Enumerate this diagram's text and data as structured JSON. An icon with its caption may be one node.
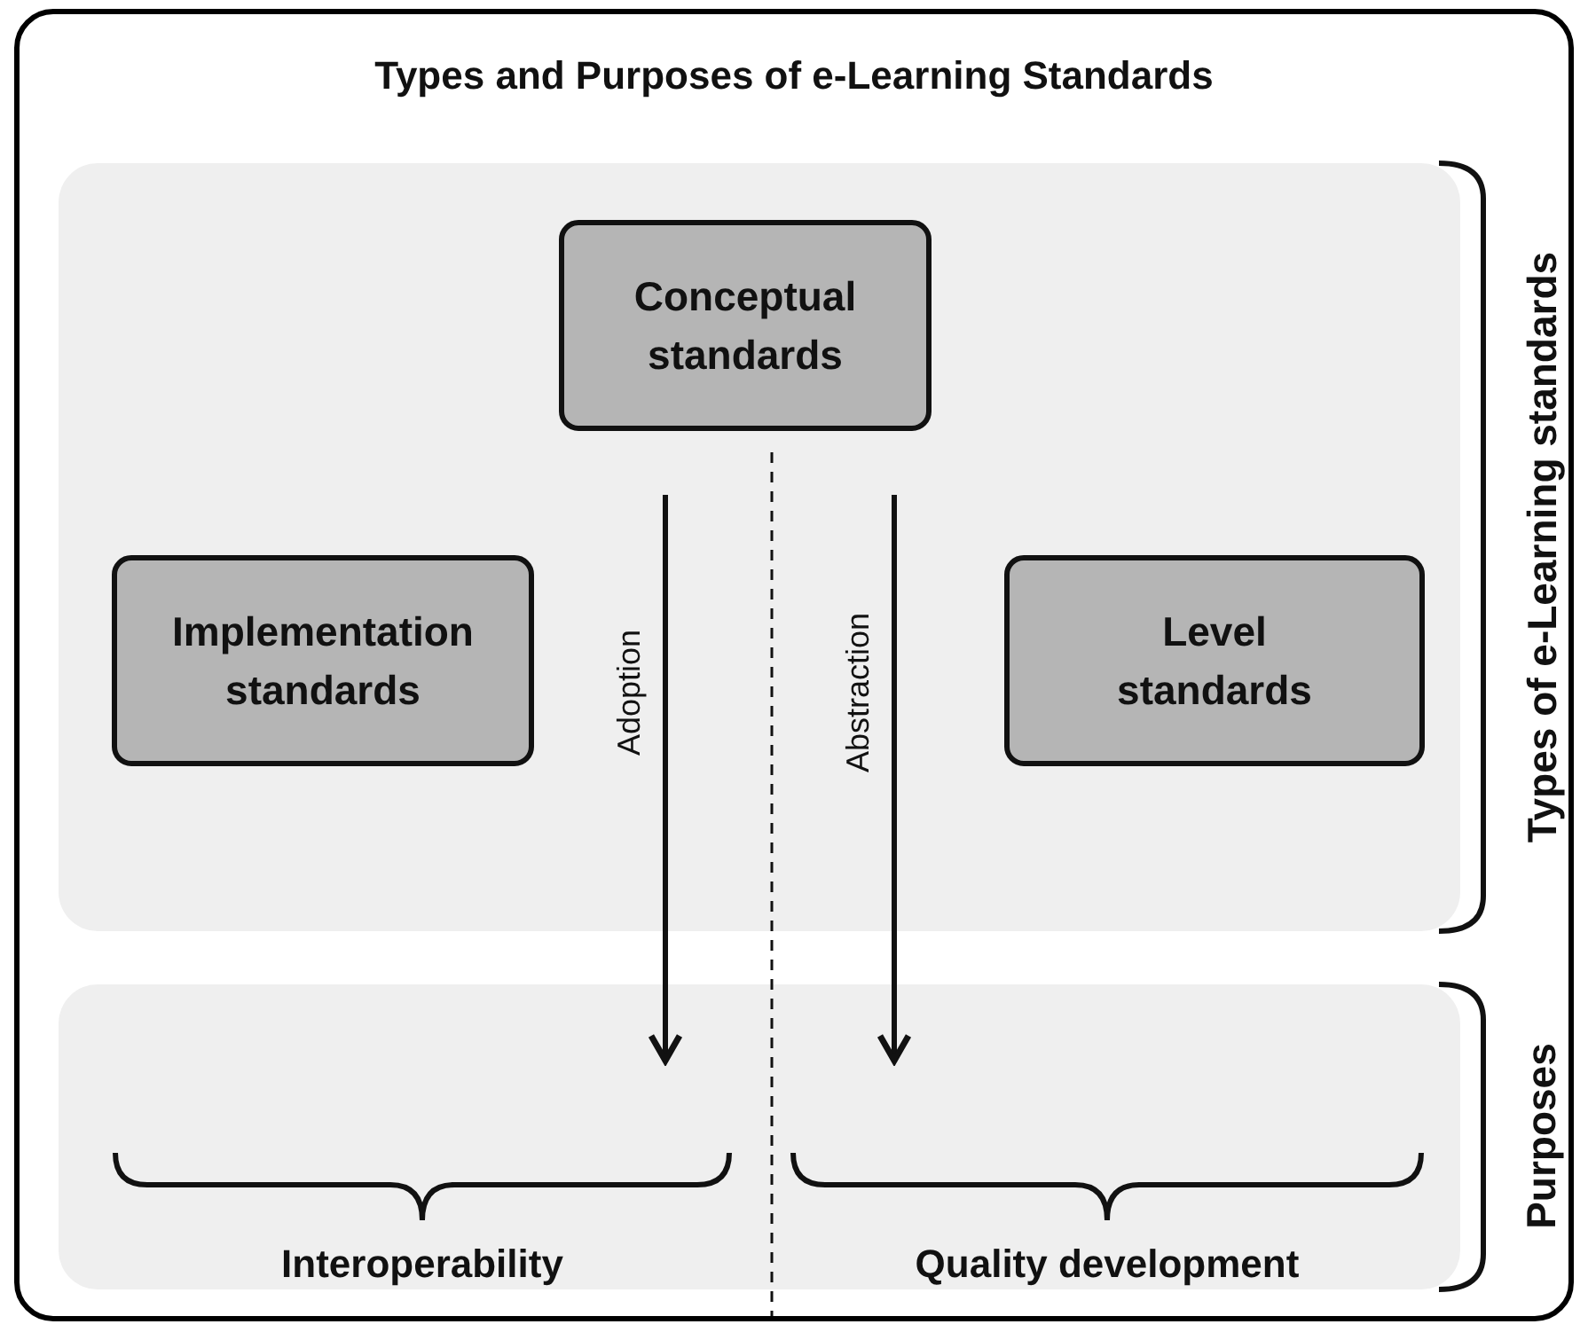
{
  "diagram": {
    "title": "Types and Purposes of e-Learning Standards",
    "nodes": [
      {
        "text": [],
        "shape": "box",
        "beside": [
          "Types of e-Learning standards"
        ]
      },
      {
        "text": [
          "Conceptual standards"
        ],
        "in": 0
      },
      {
        "text": [
          "Implementation standards"
        ],
        "in": 0
      },
      {
        "text": [
          "Level standards"
        ],
        "in": 0
      },
      {
        "text": [],
        "shape": "box",
        "beside": [
          "Purposes"
        ]
      },
      {
        "text": [
          "Interoperability"
        ],
        "in": 4
      },
      {
        "text": [
          "Quality development"
        ],
        "in": 4
      }
    ],
    "edges": [
      {
        "from": null,
        "to": 5,
        "arrow": "to",
        "label": "Adoption"
      },
      {
        "from": null,
        "to": 6,
        "arrow": "to",
        "label": "Abstraction"
      }
    ]
  }
}
